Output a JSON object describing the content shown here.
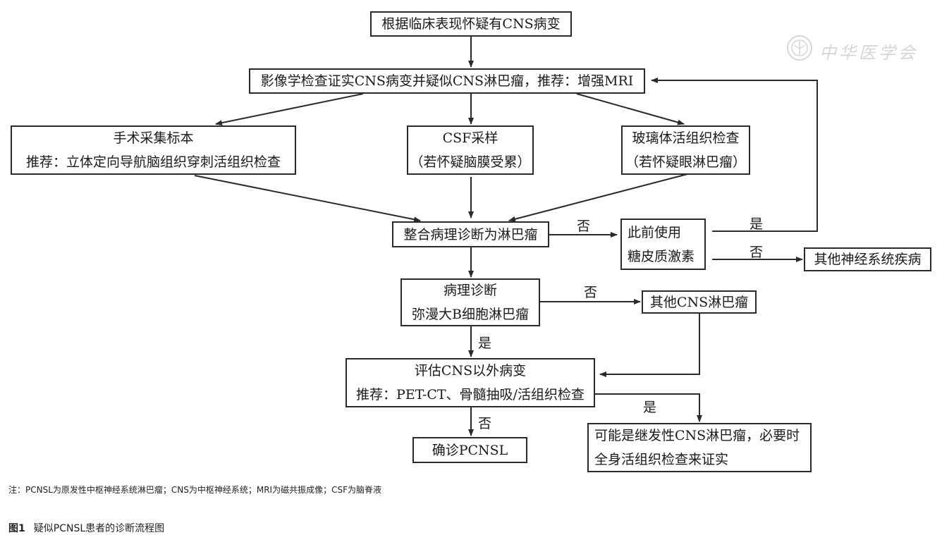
{
  "nodes": {
    "n1": [
      "根据临床表现怀疑有CNS病变"
    ],
    "n2": [
      "影像学检查证实CNS病变并疑似CNS淋巴瘤，推荐：增强MRI"
    ],
    "n3": [
      "手术采集标本",
      "推荐：立体定向导航脑组织穿刺活组织检查"
    ],
    "n4": [
      "CSF采样",
      "（若怀疑脑膜受累）"
    ],
    "n5": [
      "玻璃体活组织检查",
      "（若怀疑眼淋巴瘤）"
    ],
    "n6": [
      "整合病理诊断为淋巴瘤"
    ],
    "n7": [
      "此前使用",
      "糖皮质激素"
    ],
    "n8": [
      "其他神经系统疾病"
    ],
    "n9": [
      "病理诊断",
      "弥漫大B细胞淋巴瘤"
    ],
    "n10": [
      "其他CNS淋巴瘤"
    ],
    "n11": [
      "评估CNS以外病变",
      "推荐：PET-CT、骨髓抽吸/活组织检查"
    ],
    "n12": [
      "确诊PCNSL"
    ],
    "n13": [
      "可能是继发性CNS淋巴瘤，必要时",
      "全身活组织检查来证实"
    ]
  },
  "edge_labels": {
    "n6_to_n7": "否",
    "n7_yes": "是",
    "n7_no": "否",
    "n9_no": "否",
    "n9_yes": "是",
    "n11_no": "否",
    "n11_yes": "是"
  },
  "footnote": "注：PCNSL为原发性中枢神经系统淋巴瘤；CNS为中枢神经系统；MRI为磁共振成像；CSF为脑脊液",
  "caption": {
    "label": "图1",
    "text": "疑似PCNSL患者的诊断流程图"
  },
  "watermark": "中华医学会"
}
